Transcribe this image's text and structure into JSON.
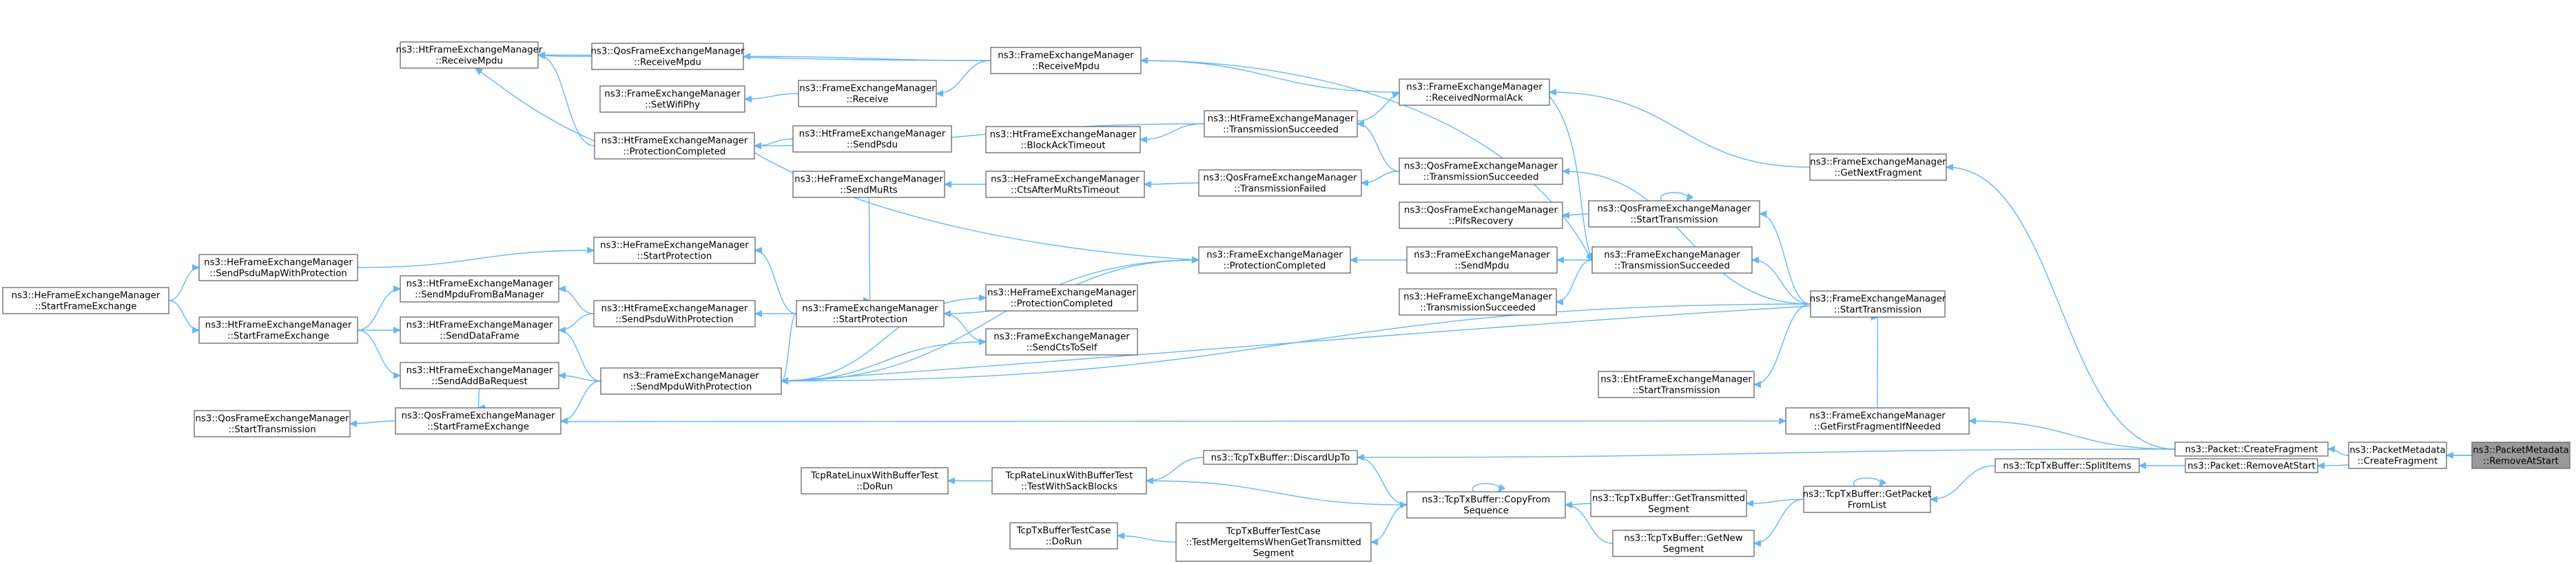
{
  "diagram": {
    "colors": {
      "edge": "#63b8ff",
      "node_border": "#666666",
      "root_fill": "#999999",
      "background": "#ffffff"
    },
    "nodes": [
      {
        "id": "n01",
        "lines": [
          "ns3::PacketMetadata",
          "::RemoveAtStart"
        ],
        "root": true
      },
      {
        "id": "n02",
        "lines": [
          "ns3::PacketMetadata",
          "::CreateFragment"
        ]
      },
      {
        "id": "n03",
        "lines": [
          "ns3::Packet::RemoveAtStart"
        ]
      },
      {
        "id": "n04",
        "lines": [
          "ns3::Packet::CreateFragment"
        ]
      },
      {
        "id": "n05",
        "lines": [
          "ns3::TcpTxBuffer::SplitItems"
        ]
      },
      {
        "id": "n06",
        "lines": [
          "ns3::FrameExchangeManager",
          "::GetNextFragment"
        ]
      },
      {
        "id": "n07",
        "lines": [
          "ns3::FrameExchangeManager",
          "::GetFirstFragmentIfNeeded"
        ]
      },
      {
        "id": "n08",
        "lines": [
          "ns3::TcpTxBuffer::DiscardUpTo"
        ]
      },
      {
        "id": "n09",
        "lines": [
          "ns3::TcpTxBuffer::GetPacket",
          "FromList"
        ]
      },
      {
        "id": "n10",
        "lines": [
          "ns3::FrameExchangeManager",
          "::ReceivedNormalAck"
        ]
      },
      {
        "id": "n11",
        "lines": [
          "ns3::FrameExchangeManager",
          "::StartTransmission"
        ]
      },
      {
        "id": "n12",
        "lines": [
          "ns3::QosFrameExchangeManager",
          "::StartFrameExchange"
        ]
      },
      {
        "id": "n13",
        "lines": [
          "TcpRateLinuxWithBufferTest",
          "::TestWithSackBlocks"
        ]
      },
      {
        "id": "n14",
        "lines": [
          "ns3::TcpTxBuffer::CopyFrom",
          "Sequence"
        ]
      },
      {
        "id": "n15",
        "lines": [
          "ns3::TcpTxBuffer::GetTransmitted",
          "Segment"
        ]
      },
      {
        "id": "n16",
        "lines": [
          "ns3::TcpTxBuffer::GetNew",
          "Segment"
        ]
      },
      {
        "id": "n17",
        "lines": [
          "ns3::FrameExchangeManager",
          "::ReceiveMpdu"
        ]
      },
      {
        "id": "n18",
        "lines": [
          "ns3::HtFrameExchangeManager",
          "::TransmissionSucceeded"
        ]
      },
      {
        "id": "n19",
        "lines": [
          "ns3::QosFrameExchangeManager",
          "::TransmissionSucceeded"
        ]
      },
      {
        "id": "n20",
        "lines": [
          "ns3::QosFrameExchangeManager",
          "::StartTransmission"
        ]
      },
      {
        "id": "n21",
        "lines": [
          "ns3::FrameExchangeManager",
          "::TransmissionSucceeded"
        ]
      },
      {
        "id": "n22",
        "lines": [
          "ns3::FrameExchangeManager",
          "::SendMpduWithProtection"
        ]
      },
      {
        "id": "n23",
        "lines": [
          "ns3::EhtFrameExchangeManager",
          "::StartTransmission"
        ]
      },
      {
        "id": "n24",
        "lines": [
          "ns3::QosFrameExchangeManager",
          "::StartTransmission"
        ]
      },
      {
        "id": "n25",
        "lines": [
          "TcpRateLinuxWithBufferTest",
          "::DoRun"
        ]
      },
      {
        "id": "n26",
        "lines": [
          "TcpTxBufferTestCase",
          "::TestMergeItemsWhenGetTransmitted",
          "Segment"
        ]
      },
      {
        "id": "n27",
        "lines": [
          "ns3::HtFrameExchangeManager",
          "::ReceiveMpdu"
        ]
      },
      {
        "id": "n28",
        "lines": [
          "ns3::QosFrameExchangeManager",
          "::ReceiveMpdu"
        ]
      },
      {
        "id": "n29",
        "lines": [
          "ns3::FrameExchangeManager",
          "::Receive"
        ]
      },
      {
        "id": "n30",
        "lines": [
          "ns3::HtFrameExchangeManager",
          "::ProtectionCompleted"
        ]
      },
      {
        "id": "n31",
        "lines": [
          "ns3::HtFrameExchangeManager",
          "::BlockAckTimeout"
        ]
      },
      {
        "id": "n32",
        "lines": [
          "ns3::QosFrameExchangeManager",
          "::TransmissionFailed"
        ]
      },
      {
        "id": "n33",
        "lines": [
          "ns3::QosFrameExchangeManager",
          "::PifsRecovery"
        ]
      },
      {
        "id": "n34",
        "lines": [
          "ns3::FrameExchangeManager",
          "::SendMpdu"
        ]
      },
      {
        "id": "n35",
        "lines": [
          "ns3::FrameExchangeManager",
          "::ProtectionCompleted"
        ]
      },
      {
        "id": "n36",
        "lines": [
          "ns3::HeFrameExchangeManager",
          "::TransmissionSucceeded"
        ]
      },
      {
        "id": "n37",
        "lines": [
          "ns3::FrameExchangeManager",
          "::SendCtsToSelf"
        ]
      },
      {
        "id": "n38",
        "lines": [
          "ns3::HeFrameExchangeManager",
          "::ProtectionCompleted"
        ]
      },
      {
        "id": "n39",
        "lines": [
          "ns3::HeFrameExchangeManager",
          "::CtsAfterMuRtsTimeout"
        ]
      },
      {
        "id": "n40",
        "lines": [
          "ns3::FrameExchangeManager",
          "::StartProtection"
        ]
      },
      {
        "id": "n41",
        "lines": [
          "ns3::HtFrameExchangeManager",
          "::SendPsdu"
        ]
      },
      {
        "id": "n42",
        "lines": [
          "ns3::HeFrameExchangeManager",
          "::SendMuRts"
        ]
      },
      {
        "id": "n43",
        "lines": [
          "ns3::FrameExchangeManager",
          "::SetWifiPhy"
        ]
      },
      {
        "id": "n44",
        "lines": [
          "ns3::HeFrameExchangeManager",
          "::StartProtection"
        ]
      },
      {
        "id": "n45",
        "lines": [
          "ns3::HtFrameExchangeManager",
          "::SendPsduWithProtection"
        ]
      },
      {
        "id": "n46",
        "lines": [
          "ns3::HtFrameExchangeManager",
          "::SendMpduFromBaManager"
        ]
      },
      {
        "id": "n47",
        "lines": [
          "ns3::HtFrameExchangeManager",
          "::SendDataFrame"
        ]
      },
      {
        "id": "n48",
        "lines": [
          "ns3::HtFrameExchangeManager",
          "::SendAddBaRequest"
        ]
      },
      {
        "id": "n49",
        "lines": [
          "ns3::HeFrameExchangeManager",
          "::SendPsduMapWithProtection"
        ]
      },
      {
        "id": "n50",
        "lines": [
          "ns3::HtFrameExchangeManager",
          "::StartFrameExchange"
        ]
      },
      {
        "id": "n51",
        "lines": [
          "ns3::HeFrameExchangeManager",
          "::StartFrameExchange"
        ]
      },
      {
        "id": "n52",
        "lines": [
          "TcpTxBufferTestCase",
          "::DoRun"
        ]
      }
    ],
    "edges": [
      [
        "n02",
        "n01"
      ],
      [
        "n03",
        "n01"
      ],
      [
        "n04",
        "n02"
      ],
      [
        "n05",
        "n03"
      ],
      [
        "n06",
        "n04"
      ],
      [
        "n07",
        "n04"
      ],
      [
        "n08",
        "n04"
      ],
      [
        "n09",
        "n05"
      ],
      [
        "n10",
        "n06"
      ],
      [
        "n11",
        "n07"
      ],
      [
        "n12",
        "n07"
      ],
      [
        "n13",
        "n08"
      ],
      [
        "n14",
        "n08"
      ],
      [
        "n15",
        "n09"
      ],
      [
        "n16",
        "n09"
      ],
      [
        "n09",
        "n09"
      ],
      [
        "n17",
        "n10"
      ],
      [
        "n18",
        "n10"
      ],
      [
        "n19",
        "n11"
      ],
      [
        "n20",
        "n11"
      ],
      [
        "n21",
        "n11"
      ],
      [
        "n22",
        "n11"
      ],
      [
        "n23",
        "n11"
      ],
      [
        "n24",
        "n12"
      ],
      [
        "n25",
        "n13"
      ],
      [
        "n13",
        "n14"
      ],
      [
        "n26",
        "n14"
      ],
      [
        "n14",
        "n14"
      ],
      [
        "n14",
        "n15"
      ],
      [
        "n14",
        "n16"
      ],
      [
        "n52",
        "n26"
      ],
      [
        "n27",
        "n17"
      ],
      [
        "n28",
        "n17"
      ],
      [
        "n29",
        "n17"
      ],
      [
        "n17",
        "n21"
      ],
      [
        "n30",
        "n18"
      ],
      [
        "n31",
        "n18"
      ],
      [
        "n18",
        "n19"
      ],
      [
        "n32",
        "n19"
      ],
      [
        "n33",
        "n20"
      ],
      [
        "n20",
        "n20"
      ],
      [
        "n34",
        "n21"
      ],
      [
        "n36",
        "n21"
      ],
      [
        "n35",
        "n22"
      ],
      [
        "n37",
        "n22"
      ],
      [
        "n38",
        "n22"
      ],
      [
        "n47",
        "n22"
      ],
      [
        "n48",
        "n22"
      ],
      [
        "n12",
        "n22"
      ],
      [
        "n11",
        "n22"
      ],
      [
        "n28",
        "n27"
      ],
      [
        "n43",
        "n29"
      ],
      [
        "n27",
        "n30"
      ],
      [
        "n30",
        "n41"
      ],
      [
        "n39",
        "n32"
      ],
      [
        "n42",
        "n39"
      ],
      [
        "n40",
        "n42"
      ],
      [
        "n30",
        "n35"
      ],
      [
        "n35",
        "n34"
      ],
      [
        "n40",
        "n35"
      ],
      [
        "n40",
        "n37"
      ],
      [
        "n44",
        "n40"
      ],
      [
        "n45",
        "n40"
      ],
      [
        "n22",
        "n40"
      ],
      [
        "n44",
        "n49"
      ],
      [
        "n49",
        "n51"
      ],
      [
        "n46",
        "n50"
      ],
      [
        "n47",
        "n50"
      ],
      [
        "n48",
        "n50"
      ],
      [
        "n50",
        "n51"
      ],
      [
        "n47",
        "n45"
      ],
      [
        "n46",
        "n45"
      ],
      [
        "n12",
        "n48"
      ],
      [
        "n30",
        "n27"
      ],
      [
        "n10",
        "n21"
      ]
    ]
  }
}
